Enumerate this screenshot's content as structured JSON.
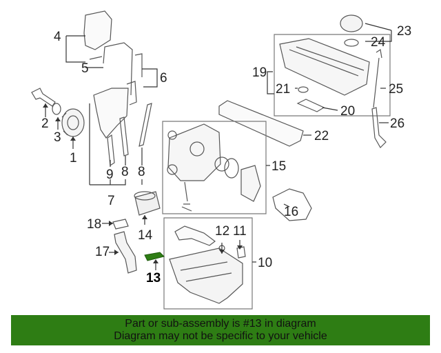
{
  "callouts": {
    "c1": "1",
    "c2": "2",
    "c3": "3",
    "c4": "4",
    "c5": "5",
    "c6": "6",
    "c7": "7",
    "c8a": "8",
    "c8b": "8",
    "c9": "9",
    "c10": "10",
    "c11": "11",
    "c12": "12",
    "c13": "13",
    "c14": "14",
    "c15": "15",
    "c16": "16",
    "c17": "17",
    "c18": "18",
    "c19": "19",
    "c20": "20",
    "c21": "21",
    "c22": "22",
    "c23": "23",
    "c24": "24",
    "c25": "25",
    "c26": "26"
  },
  "highlight_part": "13",
  "highlight_color": "#2e7d14",
  "banner": {
    "line1": "Part or sub-assembly is #13 in diagram",
    "line2": "Diagram may not be specific to your vehicle"
  }
}
